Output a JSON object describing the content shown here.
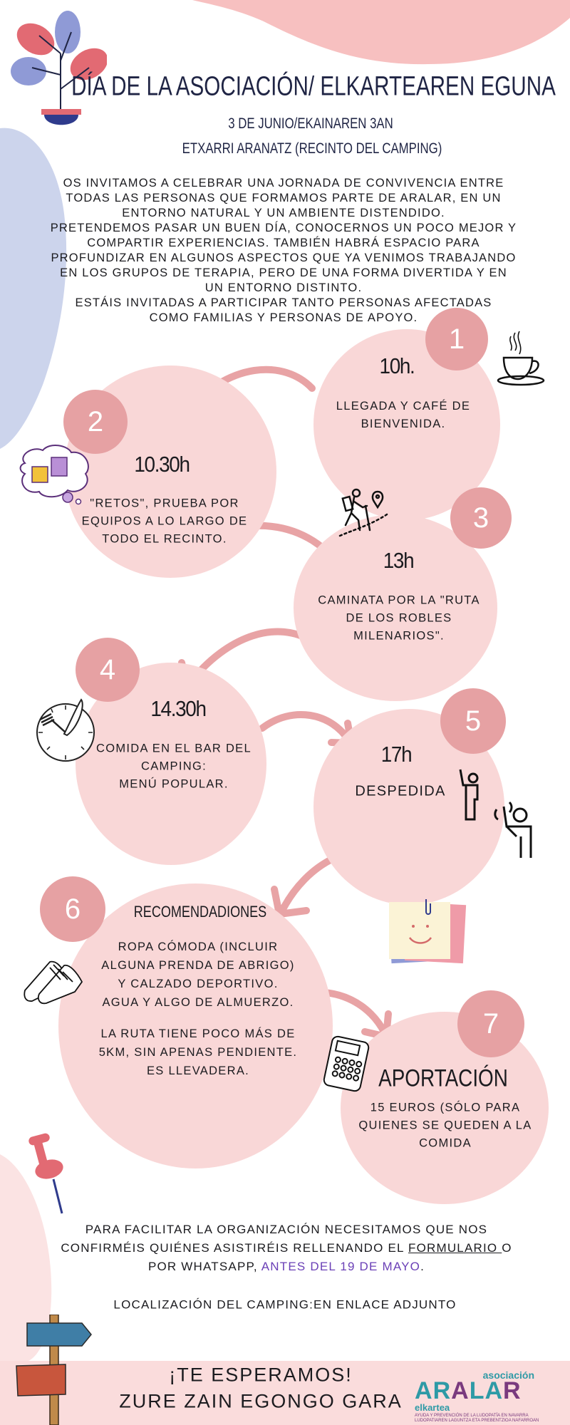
{
  "header": {
    "title": "DÍA DE LA ASOCIACIÓN/ ELKARTEAREN EGUNA",
    "date": "3 DE JUNIO/EKAINAREN 3AN",
    "place": "ETXARRI ARANATZ (RECINTO DEL CAMPING)"
  },
  "intro": [
    "OS INVITAMOS A CELEBRAR UNA JORNADA DE CONVIVENCIA ENTRE",
    "TODAS LAS PERSONAS QUE FORMAMOS PARTE DE ARALAR, EN UN",
    "ENTORNO NATURAL Y UN AMBIENTE DISTENDIDO.",
    "PRETENDEMOS PASAR UN BUEN DÍA, CONOCERNOS UN POCO MEJOR Y",
    "COMPARTIR EXPERIENCIAS. TAMBIÉN HABRÁ ESPACIO PARA",
    "PROFUNDIZAR EN ALGUNOS ASPECTOS QUE YA VENIMOS TRABAJANDO",
    "EN LOS GRUPOS DE TERAPIA, PERO DE UNA FORMA DIVERTIDA Y EN",
    "UN ENTORNO DISTINTO.",
    "ESTÁIS INVITADAS A PARTICIPAR TANTO PERSONAS AFECTADAS",
    "COMO FAMILIAS Y PERSONAS DE APOYO."
  ],
  "steps": [
    {
      "number": "1",
      "time": "10h.",
      "lines": [
        "LLEGADA Y CAFÉ DE",
        "BIENVENIDA."
      ],
      "icon": "coffee-cup-icon"
    },
    {
      "number": "2",
      "time": "10.30h",
      "lines": [
        "\"RETOS\", PRUEBA POR",
        "EQUIPOS A LO LARGO DE",
        "TODO EL RECINTO."
      ],
      "icon": "puzzle-thought-icon"
    },
    {
      "number": "3",
      "time": "13h",
      "lines": [
        "CAMINATA POR LA \"RUTA",
        "DE LOS ROBLES",
        "MILENARIOS\"."
      ],
      "icon": "hiker-icon"
    },
    {
      "number": "4",
      "time": "14.30h",
      "lines": [
        "COMIDA EN EL BAR DEL",
        "CAMPING:",
        "MENÚ POPULAR."
      ],
      "icon": "clock-cutlery-icon"
    },
    {
      "number": "5",
      "time": "17h",
      "lines": [
        "DESPEDIDA"
      ],
      "icon": "waving-person-icon"
    },
    {
      "number": "6",
      "time": "RECOMENDADIONES",
      "lines": [
        "ROPA CÓMODA (INCLUIR",
        "ALGUNA PRENDA DE ABRIGO)",
        "Y CALZADO DEPORTIVO.",
        "AGUA Y ALGO DE ALMUERZO.",
        "",
        "LA RUTA TIENE POCO MÁS DE",
        "5KM, SIN APENAS PENDIENTE.",
        "ES LLEVADERA."
      ],
      "icon": "sneakers-icon"
    },
    {
      "number": "7",
      "time": "APORTACIÓN",
      "lines": [
        "15 EUROS (SÓLO PARA",
        "QUIENES SE QUEDEN A LA",
        "COMIDA"
      ],
      "icon": "calculator-icon"
    }
  ],
  "signup": {
    "line1": "PARA FACILITAR LA ORGANIZACIÓN NECESITAMOS QUE NOS",
    "line2_pre": "CONFIRMÉIS QUIÉNES ASISTIRÉIS RELLENANDO EL ",
    "line2_link": "FORMULARIO ",
    "line2_post": "O",
    "line3_pre": "POR WHATSAPP, ",
    "line3_highlight": "ANTES DEL 19 DE MAYO",
    "line3_post": ".",
    "location": "LOCALIZACIÓN DEL CAMPING:EN ENLACE ADJUNTO"
  },
  "footer": {
    "line1": "¡TE ESPERAMOS!",
    "line2": "ZURE ZAIN EGONGO GARA",
    "logo": {
      "top": "asociación",
      "name": "ARALAR",
      "sub": "elkartea",
      "tag1": "AYUDA Y PREVENCIÓN DE LA LUDOPATÍA EN NAVARRA",
      "tag2": "LUDOPATIAREN LAGUNTZA ETA PREBENTZIOA NAFARROAN"
    }
  },
  "colors": {
    "blob": "#f9d7d7",
    "badge": "#e6a1a3",
    "arrow": "#e8a3a5",
    "top_blob": "#f7c0c0",
    "side_blob": "#ccd4ec",
    "title": "#1f2444",
    "highlight": "#6a3fb6",
    "footer": "#fadcdc",
    "logo_teal": "#2e9aa6",
    "logo_purple": "#7a3a7e"
  }
}
